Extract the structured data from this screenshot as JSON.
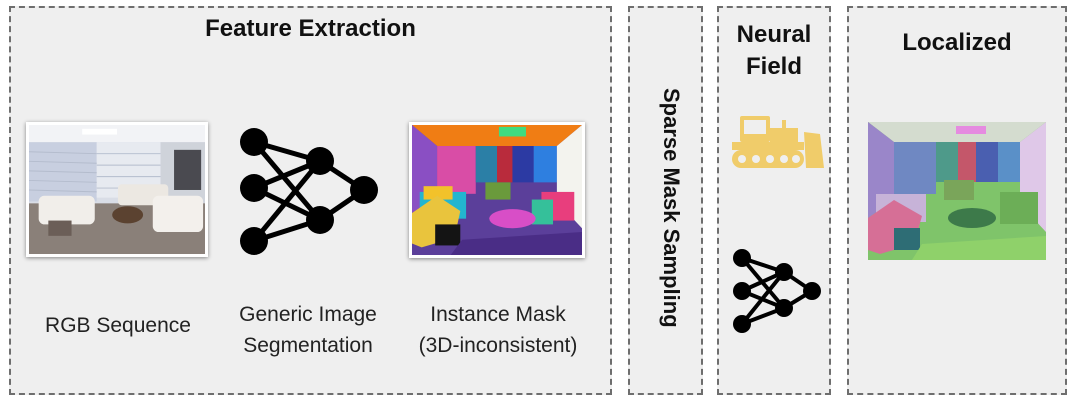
{
  "panels": {
    "feature_extraction": {
      "title": "Feature Extraction",
      "captions": {
        "rgb": "RGB Sequence",
        "segmentation_line1": "Generic Image",
        "segmentation_line2": "Segmentation",
        "mask_line1": "Instance Mask",
        "mask_line2": "(3D-inconsistent)"
      }
    },
    "sampling": {
      "title": "Sparse Mask Sampling"
    },
    "neural_field": {
      "title_line1": "Neural",
      "title_line2": "Field"
    },
    "localized": {
      "title": "Localized"
    }
  },
  "icons": {
    "network": "neural-network-icon",
    "bulldozer": "bulldozer-icon"
  },
  "colors": {
    "panel_bg": "#efefef",
    "panel_border": "#6e6e6e",
    "bulldozer": "#f0cc6a",
    "network": "#000000"
  }
}
